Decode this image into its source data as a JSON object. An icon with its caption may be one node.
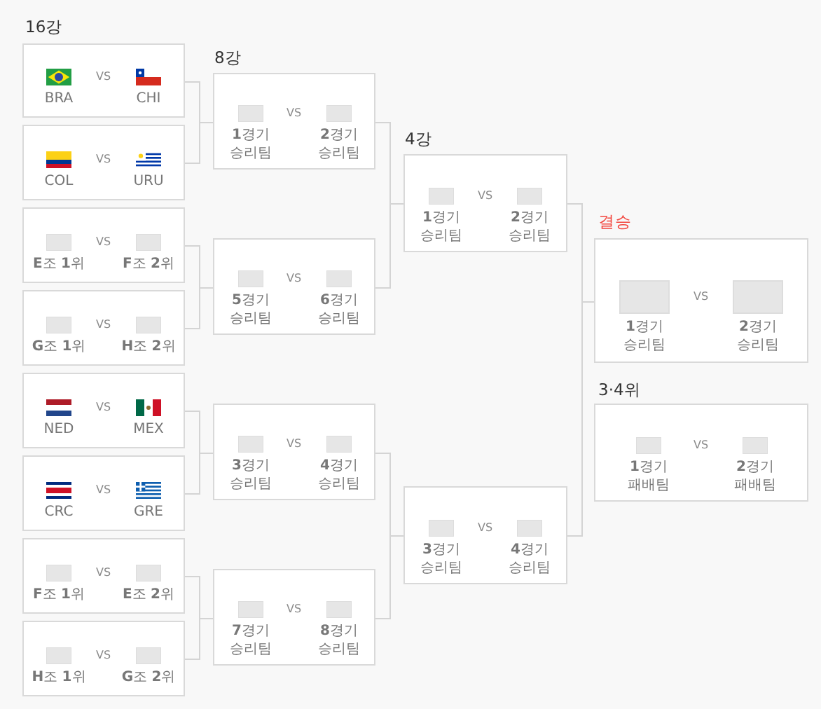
{
  "diagram": {
    "nodes": [
      {
        "text": [
          "BRA",
          "VS",
          "CHI"
        ]
      },
      {
        "text": [
          "COL",
          "VS",
          "URU"
        ]
      },
      {
        "text": [
          "**E**조 **1**위",
          "VS",
          "**F**조 **2**위"
        ]
      },
      {
        "text": [
          "**G**조 **1**위",
          "VS",
          "**H**조 **2**위"
        ]
      },
      {
        "text": [
          "NED",
          "VS",
          "MEX"
        ]
      },
      {
        "text": [
          "CRC",
          "VS",
          "GRE"
        ]
      },
      {
        "text": [
          "**F**조 **1**위",
          "VS",
          "**E**조 **2**위"
        ]
      },
      {
        "text": [
          "**H**조 **1**위",
          "VS",
          "**G**조 **2**위"
        ]
      },
      {
        "text": [
          "**1**경기 승리팀",
          "VS",
          "**2**경기 승리팀"
        ]
      },
      {
        "text": [
          "**5**경기 승리팀",
          "VS",
          "**6**경기 승리팀"
        ]
      },
      {
        "text": [
          "**3**경기 승리팀",
          "VS",
          "**4**경기 승리팀"
        ]
      },
      {
        "text": [
          "**7**경기 승리팀",
          "VS",
          "**8**경기 승리팀"
        ]
      },
      {
        "text": [
          "**1**경기 승리팀",
          "VS",
          "**2**경기 승리팀"
        ]
      },
      {
        "text": [
          "**3**경기 승리팀",
          "VS",
          "**4**경기 승리팀"
        ]
      },
      {
        "text": [
          "**1**경기 승리팀",
          "VS",
          "**2**경기 승리팀"
        ]
      },
      {
        "text": [
          "**1**경기 패배팀",
          "VS",
          "**2**경기 패배팀"
        ]
      }
    ],
    "edges": [
      {
        "from": 0,
        "to": 8,
        "arrow": "none"
      },
      {
        "from": 1,
        "to": 8,
        "arrow": "none"
      },
      {
        "from": 2,
        "to": 9,
        "arrow": "none"
      },
      {
        "from": 3,
        "to": 9,
        "arrow": "none"
      },
      {
        "from": 4,
        "to": 10,
        "arrow": "none"
      },
      {
        "from": 5,
        "to": 10,
        "arrow": "none"
      },
      {
        "from": 6,
        "to": 11,
        "arrow": "none"
      },
      {
        "from": 7,
        "to": 11,
        "arrow": "none"
      },
      {
        "from": 8,
        "to": 12,
        "arrow": "none"
      },
      {
        "from": 9,
        "to": 12,
        "arrow": "none"
      },
      {
        "from": 10,
        "to": 13,
        "arrow": "none"
      },
      {
        "from": 11,
        "to": 13,
        "arrow": "none"
      },
      {
        "from": 12,
        "to": 14,
        "arrow": "none"
      },
      {
        "from": 13,
        "to": 14,
        "arrow": "none"
      }
    ],
    "labels": [
      "16강",
      "8강",
      "4강",
      "결승",
      "3·4위"
    ]
  }
}
